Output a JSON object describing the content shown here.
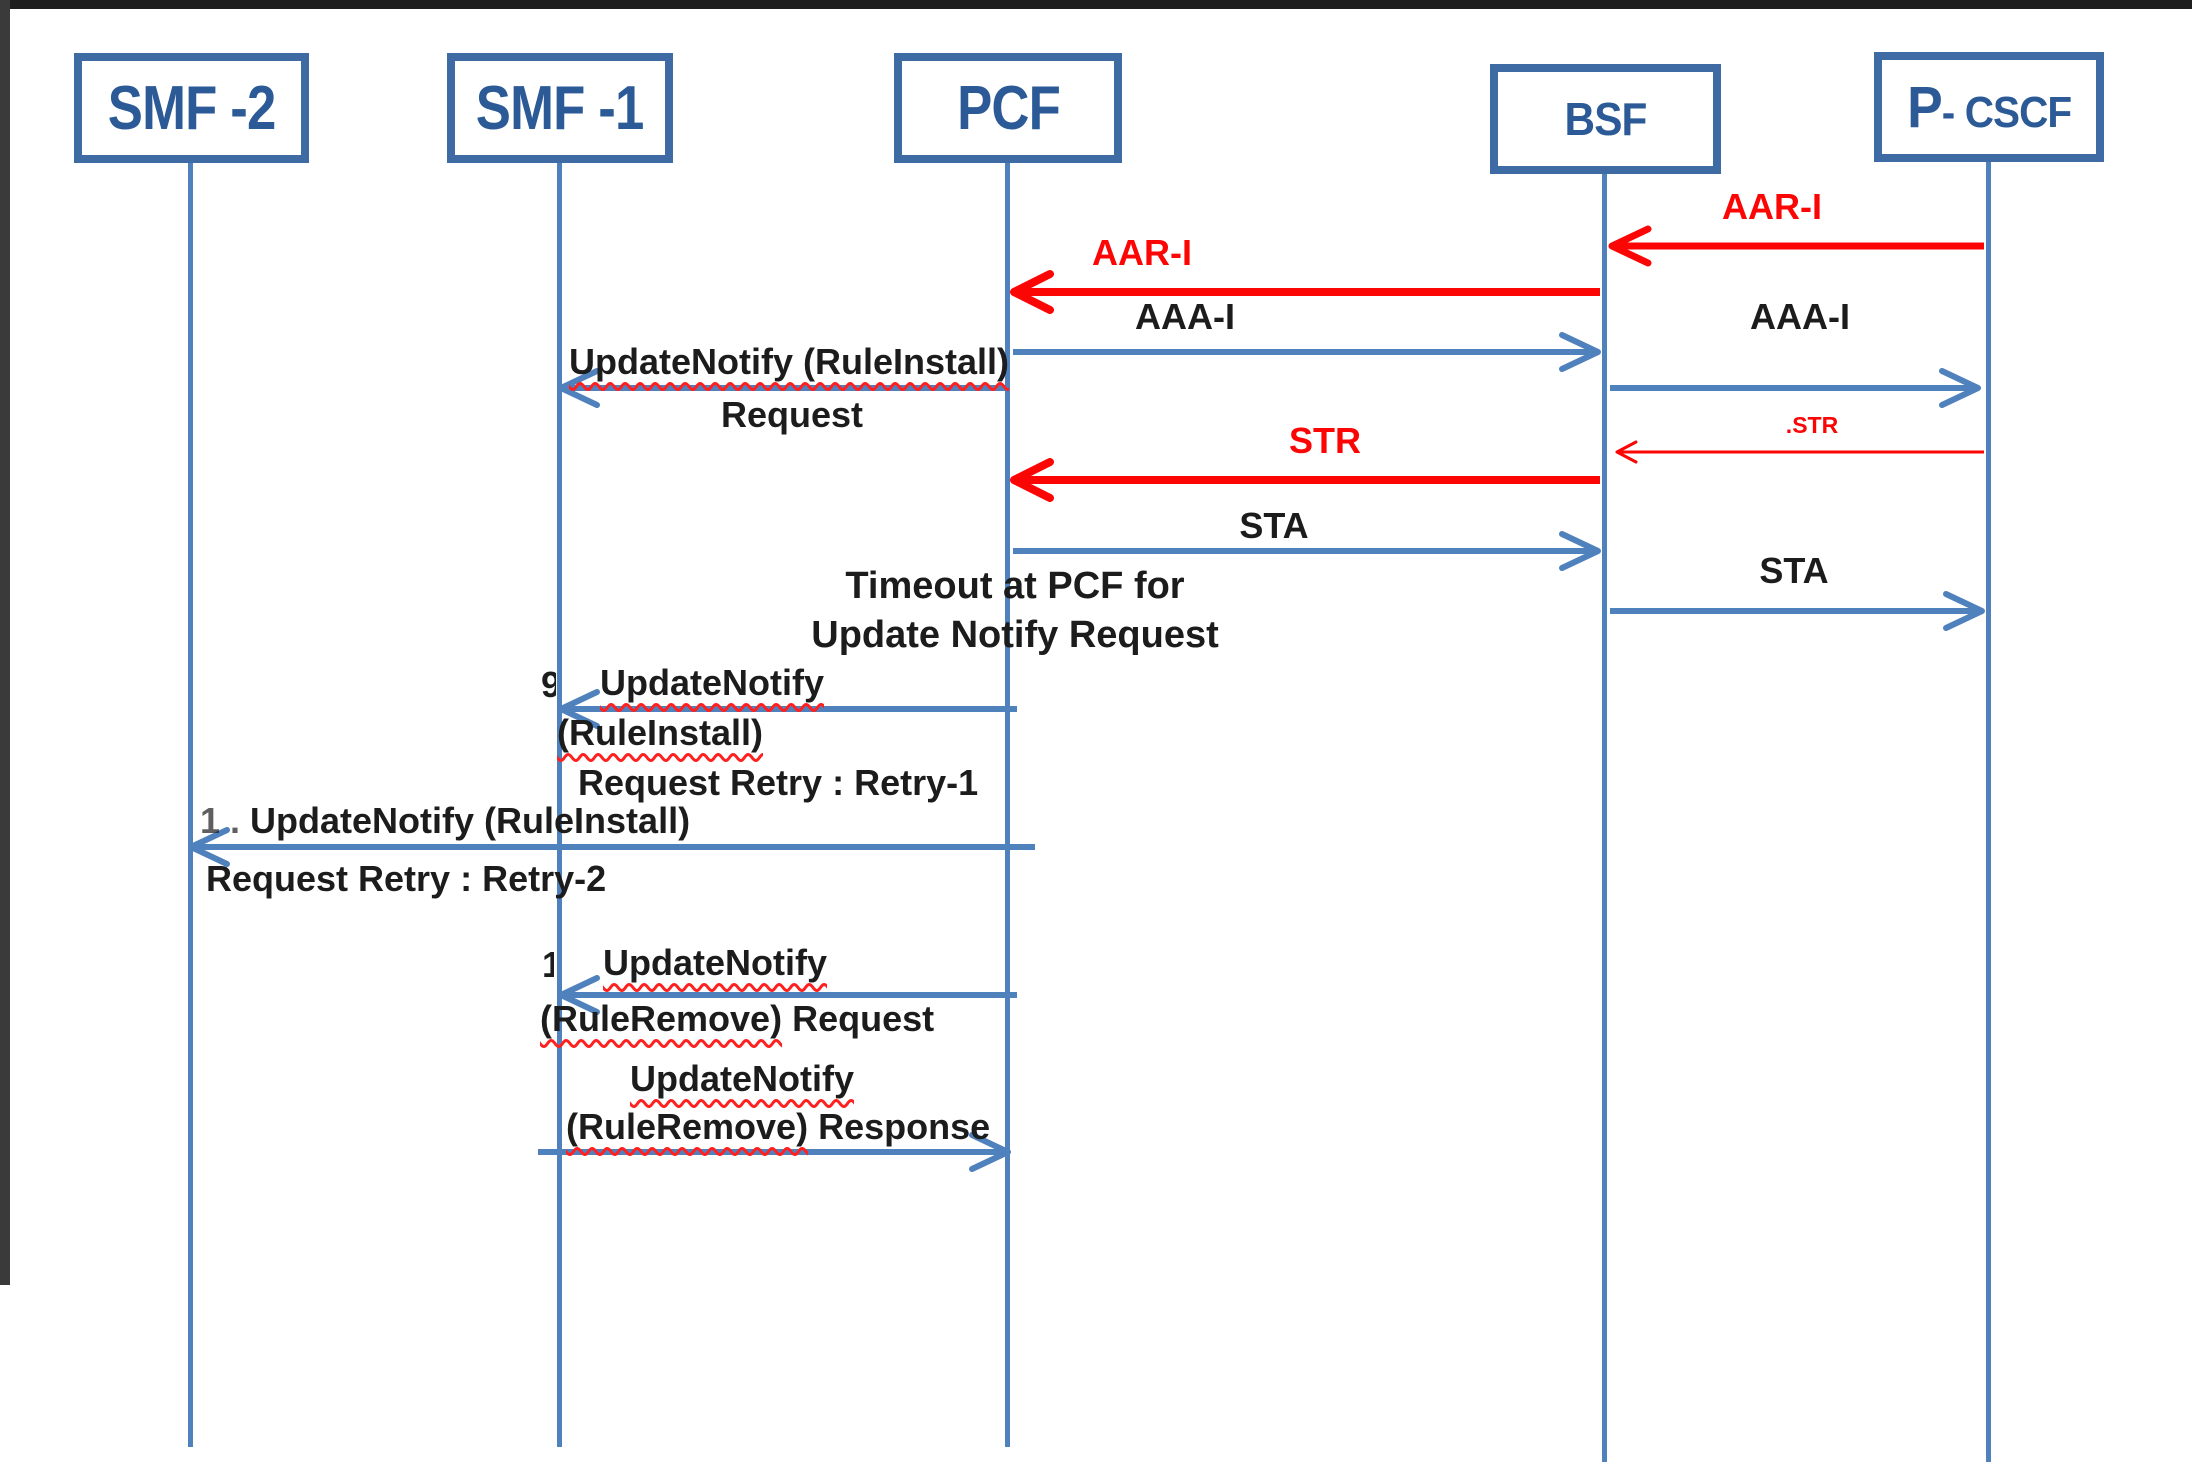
{
  "colors": {
    "line_blue": "#4F81BD",
    "arrow_red": "#FB0505",
    "box_border_blue": "#3F6BA5",
    "box_text_blue": "#2B5A97",
    "label_black": "#1C1C1C"
  },
  "actors": [
    {
      "label": "SMF -2"
    },
    {
      "label": "SMF -1"
    },
    {
      "label": "PCF"
    },
    {
      "label": "BSF"
    },
    {
      "label": "P",
      "label2": "- CSCF"
    }
  ],
  "messages": [
    {
      "id": "aar-i-pcscf-to-bsf",
      "from": "P-CSCF",
      "to": "BSF",
      "color": "red",
      "label": "AAR-I"
    },
    {
      "id": "aar-i-bsf-to-pcf",
      "from": "BSF",
      "to": "PCF",
      "color": "red",
      "label": "AAR-I"
    },
    {
      "id": "aaa-i-pcf-to-bsf",
      "from": "PCF",
      "to": "BSF",
      "color": "blue",
      "label": "AAA-I"
    },
    {
      "id": "updatenotify-ruleinstall-request",
      "from": "PCF",
      "to": "SMF-1",
      "color": "blue",
      "line1": "UpdateNotify (RuleInstall)",
      "line2": "Request"
    },
    {
      "id": "aaa-i-bsf-to-pcscf",
      "from": "BSF",
      "to": "P-CSCF",
      "color": "blue",
      "label": "AAA-I"
    },
    {
      "id": "str-bsf-to-pcf",
      "from": "BSF",
      "to": "PCF",
      "color": "red",
      "label": "STR"
    },
    {
      "id": "str-pcscf-to-bsf",
      "from": "P-CSCF",
      "to": "BSF",
      "color": "red",
      "label": ".STR"
    },
    {
      "id": "sta-pcf-to-bsf",
      "from": "PCF",
      "to": "BSF",
      "color": "blue",
      "label": "STA"
    },
    {
      "id": "sta-bsf-to-pcscf",
      "from": "BSF",
      "to": "P-CSCF",
      "color": "blue",
      "label": "STA"
    },
    {
      "id": "updatenotify-ruleinstall-retry1",
      "from": "PCF",
      "to": "SMF-1",
      "color": "blue",
      "fragment": "9",
      "line1": "UpdateNotify",
      "line2": "(RuleInstall)",
      "line3": "Request Retry : Retry-1"
    },
    {
      "id": "updatenotify-ruleinstall-retry2",
      "from": "PCF",
      "to": "SMF-2",
      "color": "blue",
      "fragment": "1 .",
      "line1": "UpdateNotify (RuleInstall)",
      "line2": "Request Retry : Retry-2"
    },
    {
      "id": "updatenotify-ruleremove-request",
      "from": "PCF",
      "to": "SMF-1",
      "color": "blue",
      "fragment": "1",
      "line1": "UpdateNotify",
      "line2_sq": "(RuleRemove)",
      "line2_rest": " Request"
    },
    {
      "id": "updatenotify-ruleremove-response",
      "from": "SMF-1",
      "to": "PCF",
      "color": "blue",
      "line1": "UpdateNotify",
      "line2_sq": "(RuleRemove)",
      "line2_rest": " Response"
    }
  ],
  "note": {
    "line1": "Timeout at PCF for",
    "line2": "Update Notify Request"
  }
}
